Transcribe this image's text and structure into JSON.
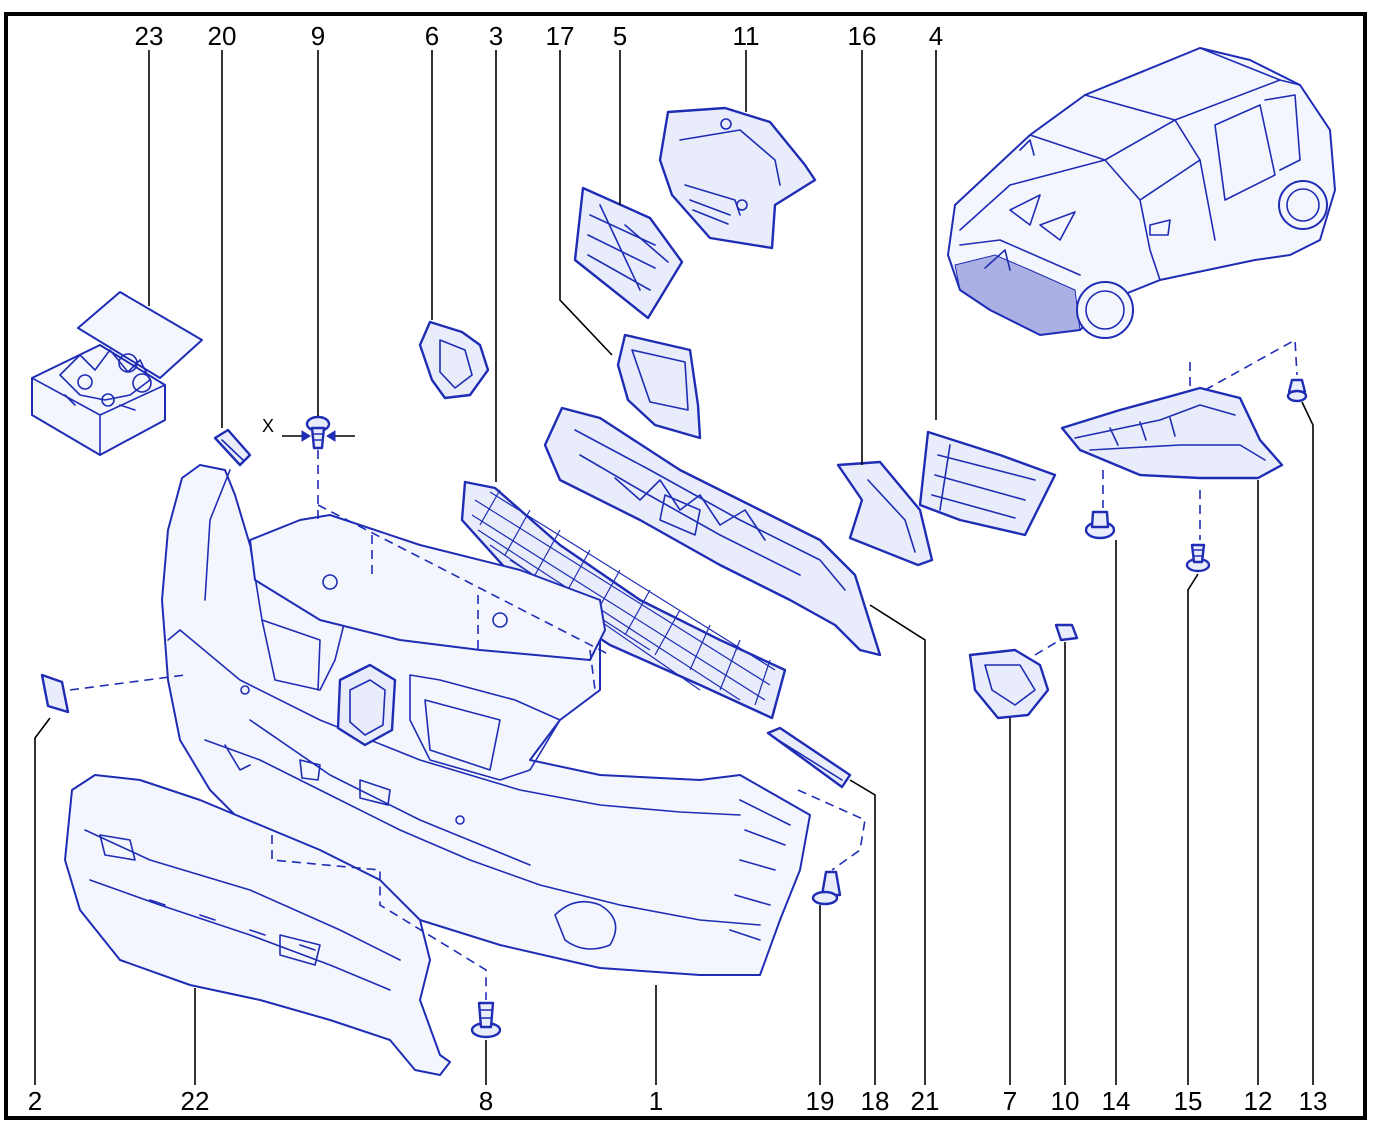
{
  "diagram": {
    "callouts": [
      {
        "label": "23"
      },
      {
        "label": "20"
      },
      {
        "label": "9"
      },
      {
        "label": "6"
      },
      {
        "label": "3"
      },
      {
        "label": "17"
      },
      {
        "label": "5"
      },
      {
        "label": "11"
      },
      {
        "label": "16"
      },
      {
        "label": "4"
      },
      {
        "label": "2"
      },
      {
        "label": "22"
      },
      {
        "label": "8"
      },
      {
        "label": "1"
      },
      {
        "label": "19"
      },
      {
        "label": "18"
      },
      {
        "label": "21"
      },
      {
        "label": "7"
      },
      {
        "label": "10"
      },
      {
        "label": "14"
      },
      {
        "label": "15"
      },
      {
        "label": "12"
      },
      {
        "label": "13"
      }
    ],
    "dimension_label": "X",
    "colors": {
      "line": "#1f2db5",
      "fill": "#e9edfb",
      "text": "#000000",
      "frame": "#000000"
    }
  }
}
